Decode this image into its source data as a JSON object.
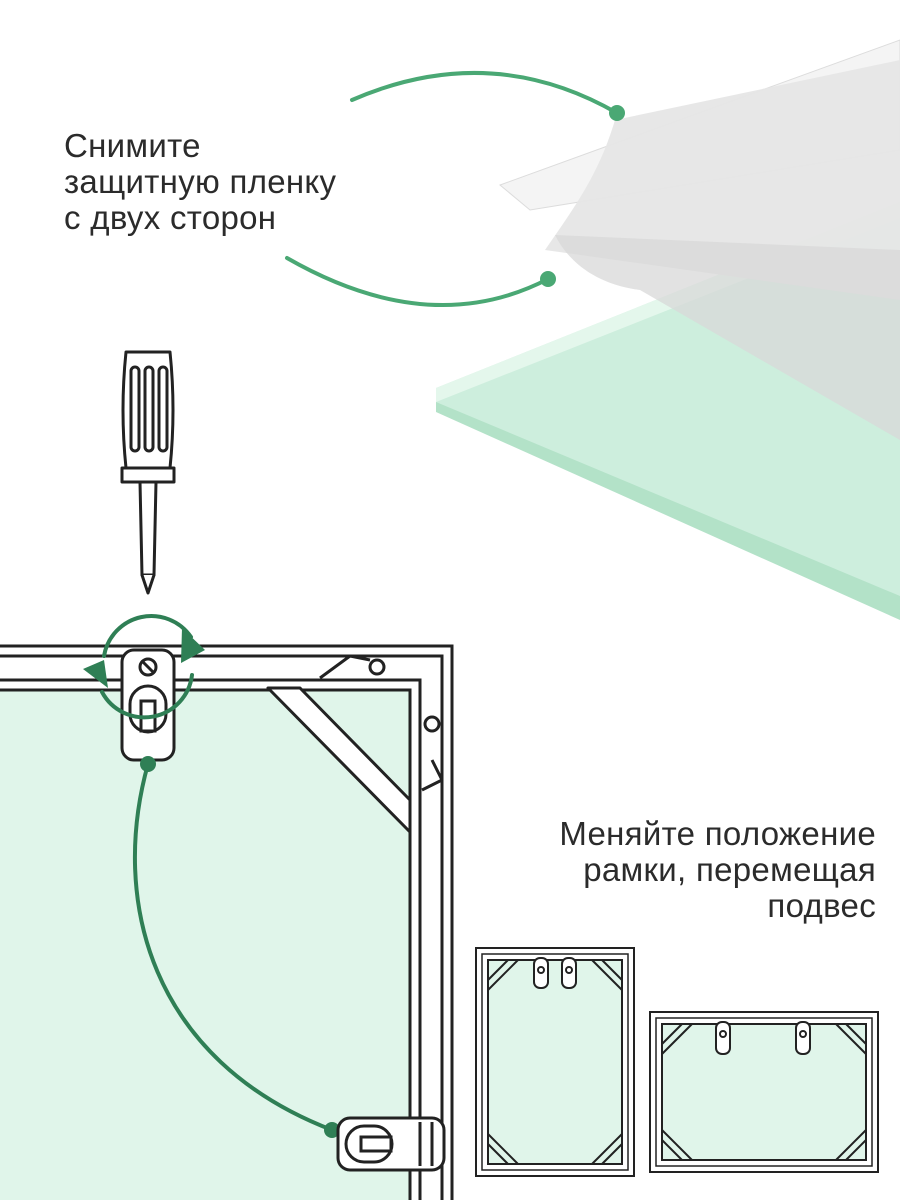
{
  "instructions": {
    "peel_film": {
      "lines": [
        "Снимите",
        "защитную пленку",
        "с двух сторон"
      ]
    },
    "reposition_frame": {
      "lines": [
        "Меняйте положение",
        "рамки, перемещая",
        "подвес"
      ]
    }
  },
  "colors": {
    "accent_green": "#4aa874",
    "dark_green": "#2f7f55",
    "panel_mint": "#e0f5ea",
    "outline": "#222222"
  },
  "icons": [
    "screwdriver-icon",
    "rotate-arrows-icon",
    "hanger-icon"
  ]
}
